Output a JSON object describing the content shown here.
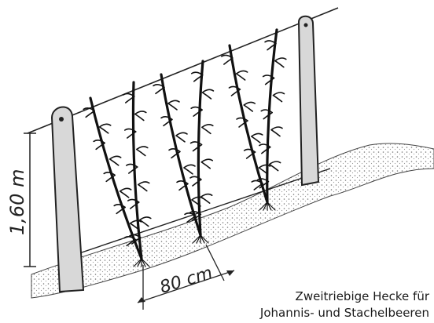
{
  "diagram": {
    "height_label": "1,60 m",
    "spacing_label": "80 cm",
    "caption_line1": "Zweitriebige Hecke für",
    "caption_line2": "Johannis- und Stachelbeeren"
  }
}
